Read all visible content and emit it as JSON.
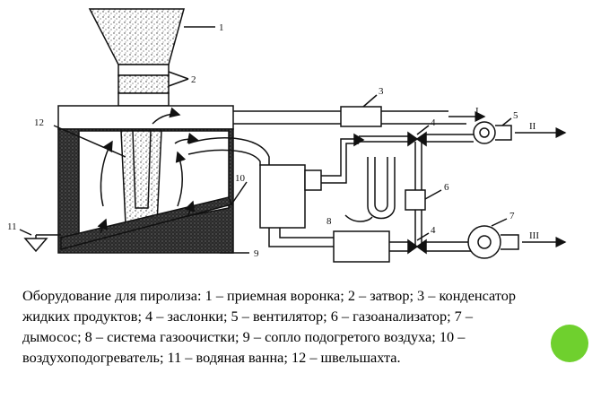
{
  "diagram": {
    "labels": {
      "l1": "1",
      "l2": "2",
      "l3": "3",
      "l4a": "4",
      "l4b": "4",
      "l5": "5",
      "l6": "6",
      "l7": "7",
      "l8": "8",
      "l9": "9",
      "l10": "10",
      "l11": "11",
      "l12": "12",
      "outI": "I",
      "outII": "II",
      "outIII": "III"
    }
  },
  "caption": {
    "text": "Оборудование для пиролиза: 1 – приемная воронка; 2 – затвор; 3 – конденсатор жидких продуктов; 4 – заслонки; 5 – вентилятор; 6 – газоанализатор; 7 – дымосос; 8 – система газоочистки; 9 – сопло подогретого воздуха; 10 – воздухоподогреватель; 11 – водяная ванна; 12 – швельшахта."
  },
  "colors": {
    "line": "#111111",
    "accent_dot": "#6fd02e"
  }
}
